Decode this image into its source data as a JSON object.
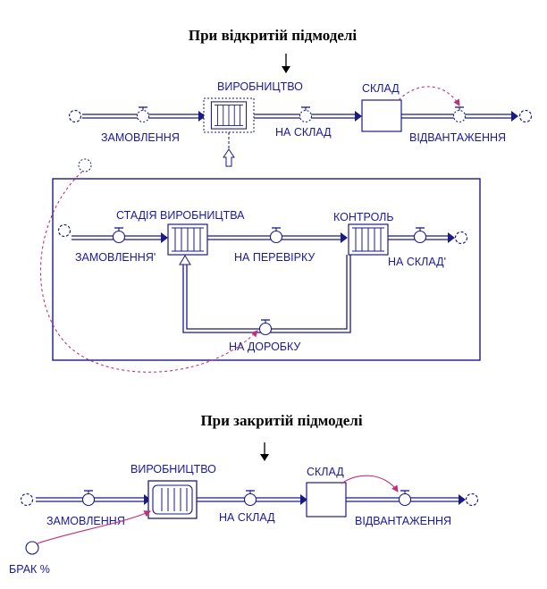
{
  "open_view": {
    "heading": "При відкритій підмоделі",
    "top": {
      "stock_production": "ВИРОБНИЦТВО",
      "stock_warehouse": "СКЛАД",
      "flow_orders": "ЗАМОВЛЕННЯ",
      "flow_to_warehouse": "НА СКЛАД",
      "flow_shipment": "ВІДВАНТАЖЕННЯ"
    },
    "submodel": {
      "stage_production": "СТАДІЯ ВИРОБНИЦТВА",
      "control": "КОНТРОЛЬ",
      "flow_orders_prime": "ЗАМОВЛЕННЯ'",
      "flow_to_inspection": "НА ПЕРЕВІРКУ",
      "flow_to_warehouse_prime": "НА СКЛАД'",
      "flow_rework": "НА ДОРОБКУ"
    }
  },
  "closed_view": {
    "heading": "При закритій підмоделі",
    "stock_production": "ВИРОБНИЦТВО",
    "stock_warehouse": "СКЛАД",
    "flow_orders": "ЗАМОВЛЕННЯ",
    "flow_to_warehouse": "НА СКЛАД",
    "flow_shipment": "ВІДВАНТАЖЕННЯ",
    "converter_defect": "БРАК %"
  },
  "colors": {
    "flow": "#1a1a88",
    "label": "#1a1a99",
    "connector": "#c0307a"
  }
}
